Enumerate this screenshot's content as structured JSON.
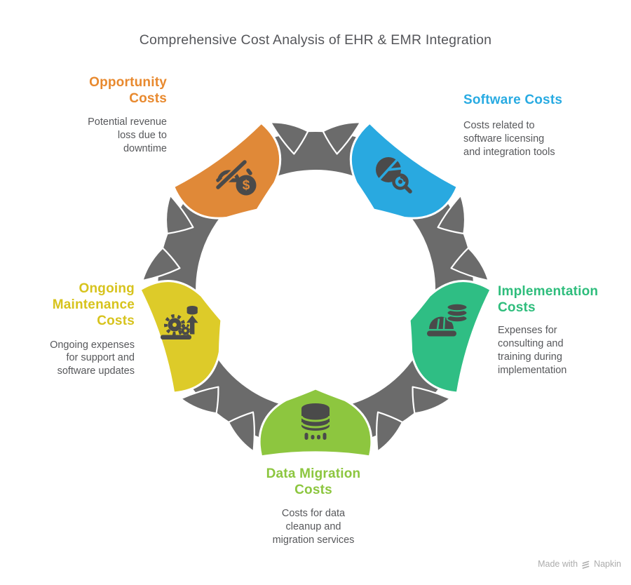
{
  "title": "Comprehensive Cost Analysis of EHR & EMR Integration",
  "glyphs": {
    "dollar": "$"
  },
  "colors": {
    "ring": "#6B6B6B",
    "icon_ink": "#4A4A4A",
    "title_text": "#55565A",
    "body_text": "#57585B",
    "watermark": "#ACACAC"
  },
  "segments": [
    {
      "id": "opportunity-costs",
      "label": "Opportunity\nCosts",
      "description": "Potential revenue\nloss due to\ndowntime",
      "color": "#E08938",
      "label_color": "#E8892E",
      "icon": "money-loss-icon"
    },
    {
      "id": "software-costs",
      "label": "Software Costs",
      "description": "Costs related to\nsoftware licensing\nand integration tools",
      "color": "#29A9E0",
      "label_color": "#29ABE2",
      "icon": "pie-analysis-icon"
    },
    {
      "id": "implementation-costs",
      "label": "Implementation\nCosts",
      "description": "Expenses for\nconsulting and\ntraining during\nimplementation",
      "color": "#2FBE84",
      "label_color": "#2EBD7C",
      "icon": "construction-icon"
    },
    {
      "id": "data-migration-costs",
      "label": "Data Migration\nCosts",
      "description": "Costs for data\ncleanup and\nmigration services",
      "color": "#8DC63F",
      "label_color": "#8CC63F",
      "icon": "database-icon"
    },
    {
      "id": "ongoing-maintenance-costs",
      "label": "Ongoing\nMaintenance\nCosts",
      "description": "Ongoing expenses\nfor support and\nsoftware updates",
      "color": "#DDCB29",
      "label_color": "#D7C31D",
      "icon": "gear-upgrade-icon"
    }
  ],
  "watermark": {
    "prefix": "Made with",
    "brand": "Napkin"
  }
}
